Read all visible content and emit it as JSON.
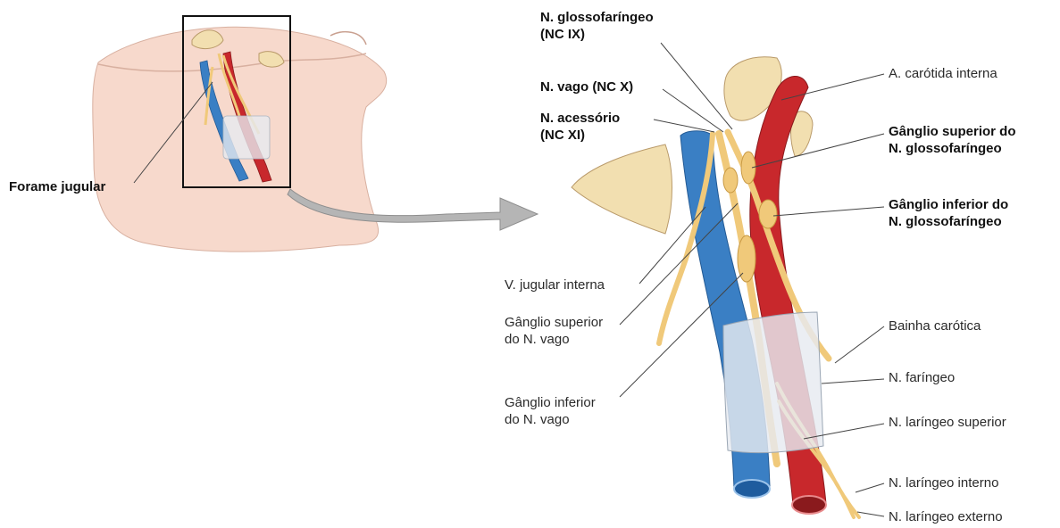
{
  "labels": {
    "forame_jugular": "Forame jugular",
    "n_glosso_line1": "N. glossofaríngeo",
    "n_glosso_line2": "(NC IX)",
    "n_vago": "N. vago (NC X)",
    "n_acessorio_line1": "N. acessório",
    "n_acessorio_line2": "(NC XI)",
    "v_jugular": "V. jugular interna",
    "ganglio_sup_vago_line1": "Gânglio superior",
    "ganglio_sup_vago_line2": "do N. vago",
    "ganglio_inf_vago_line1": "Gânglio inferior",
    "ganglio_inf_vago_line2": "do N. vago",
    "a_carotida": "A. carótida interna",
    "ganglio_sup_glosso_line1": "Gânglio superior do",
    "ganglio_sup_glosso_line2": "N. glossofaríngeo",
    "ganglio_inf_glosso_line1": "Gânglio inferior do",
    "ganglio_inf_glosso_line2": "N. glossofaríngeo",
    "bainha": "Bainha carótica",
    "n_faringeo": "N. faríngeo",
    "n_laringeo_sup": "N. laríngeo superior",
    "n_laringeo_int": "N. laríngeo interno",
    "n_laringeo_ext": "N. laríngeo externo"
  },
  "colors": {
    "skin": "#f7d9cc",
    "bone": "#f2dfb0",
    "vein": "#3a7fc4",
    "artery": "#c8282c",
    "nerve": "#f0c97a",
    "sheath": "#e6eaf0",
    "arrow": "#b5b5b5",
    "leader": "#444444"
  }
}
